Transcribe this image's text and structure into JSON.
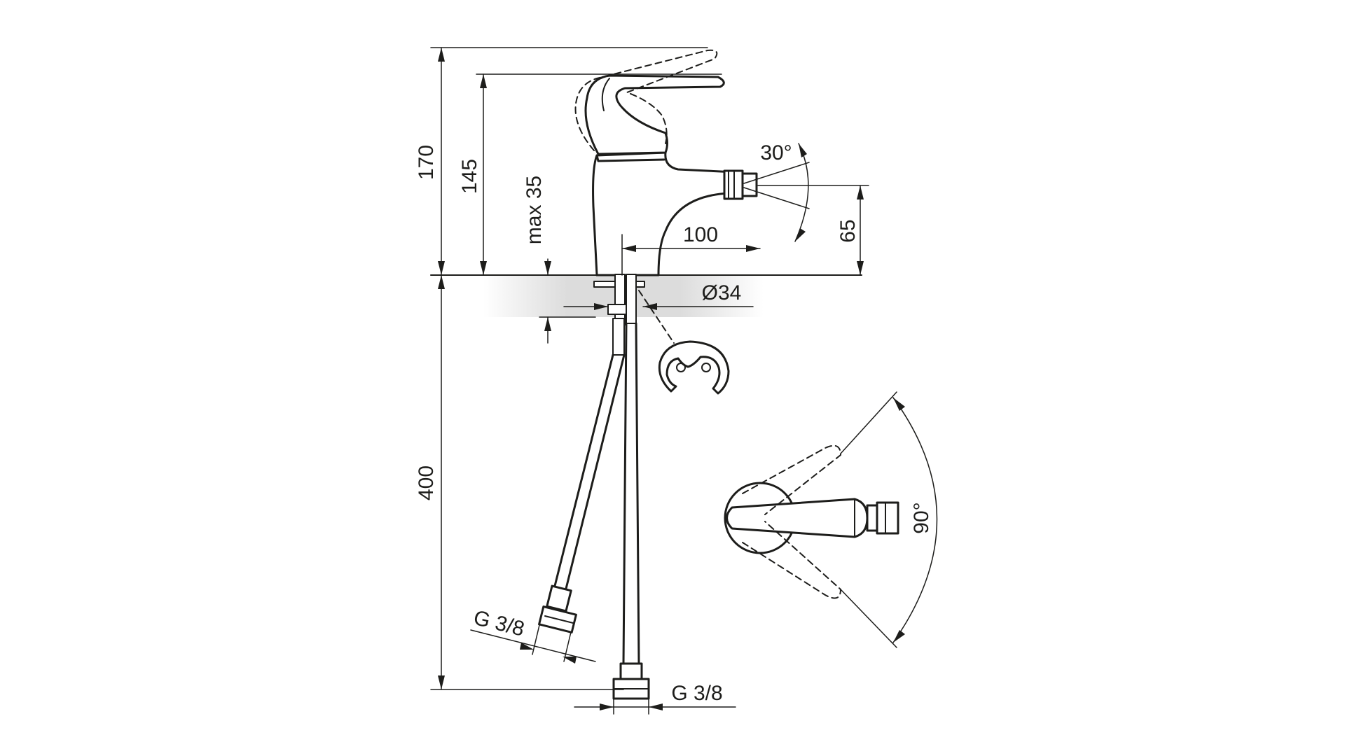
{
  "colors": {
    "line": "#1d1d1b",
    "background": "#ffffff",
    "surface_shade": "#d9d9d9"
  },
  "dimensions": {
    "height_total": "170",
    "height_lever": "145",
    "max_thickness": "max 35",
    "spout_reach": "100",
    "spout_height": "65",
    "hole_diameter": "Ø34",
    "hose_length": "400",
    "connector_left": "G 3/8",
    "connector_bottom": "G 3/8",
    "spout_angle": "30°",
    "lever_rotation": "90°"
  }
}
